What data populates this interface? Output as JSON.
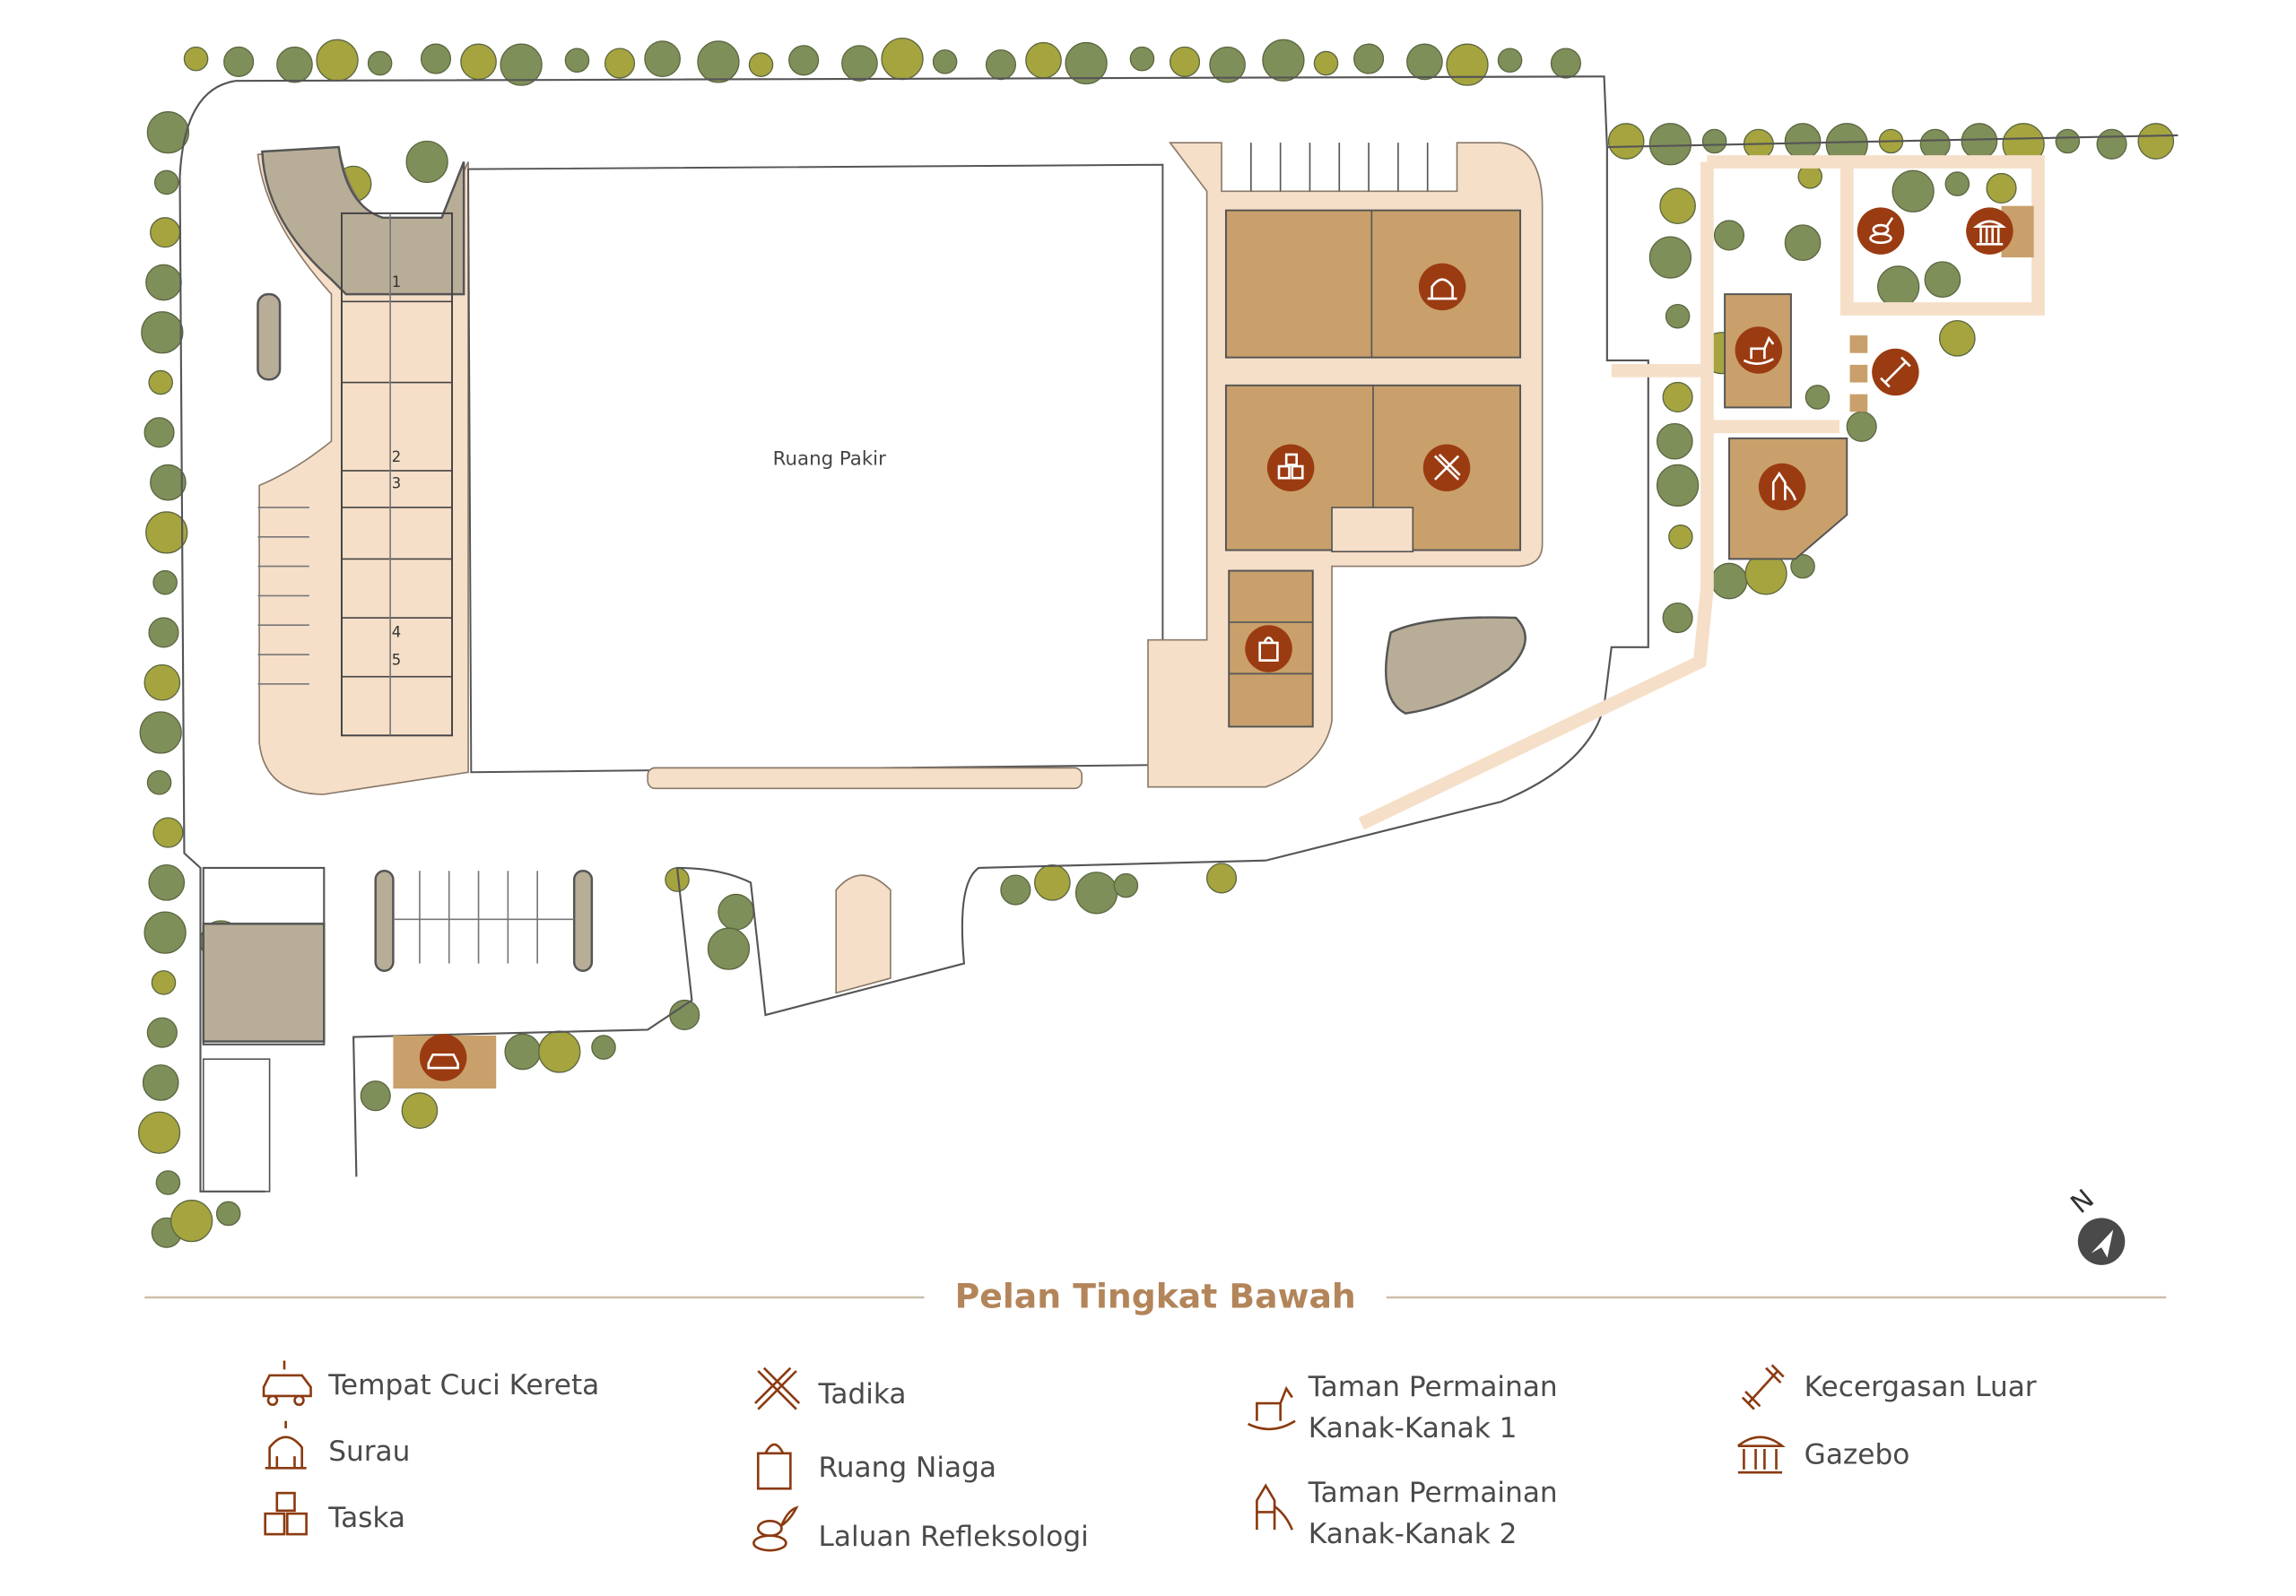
{
  "plan": {
    "title": "Pelan Tingkat Bawah",
    "parking_label": "Ruang Pakir",
    "unit_numbers": [
      "1",
      "2",
      "3",
      "4",
      "5"
    ],
    "north_label": "N"
  },
  "legend": {
    "items": [
      {
        "icon": "car-wash-icon",
        "label": "Tempat Cuci Kereta"
      },
      {
        "icon": "mosque-icon",
        "label": "Surau"
      },
      {
        "icon": "toy-blocks-icon",
        "label": "Taska"
      },
      {
        "icon": "pencil-ruler-icon",
        "label": "Tadika"
      },
      {
        "icon": "shopping-bag-icon",
        "label": "Ruang Niaga"
      },
      {
        "icon": "reflexology-stones-icon",
        "label": "Laluan Refleksologi"
      },
      {
        "icon": "rocking-horse-icon",
        "label_line1": "Taman Permainan",
        "label_line2": "Kanak-Kanak 1"
      },
      {
        "icon": "playground-slide-icon",
        "label_line1": "Taman Permainan",
        "label_line2": "Kanak-Kanak 2"
      },
      {
        "icon": "dumbbell-icon",
        "label": "Kecergasan Luar"
      },
      {
        "icon": "gazebo-icon",
        "label": "Gazebo"
      }
    ]
  },
  "colors": {
    "building": "#c9a06b",
    "walkway": "#f6dfc8",
    "icon_circle": "#9b3b12",
    "title": "#b3855a",
    "tree_dark": "#7f8f5a",
    "tree_light": "#a6a43f"
  }
}
